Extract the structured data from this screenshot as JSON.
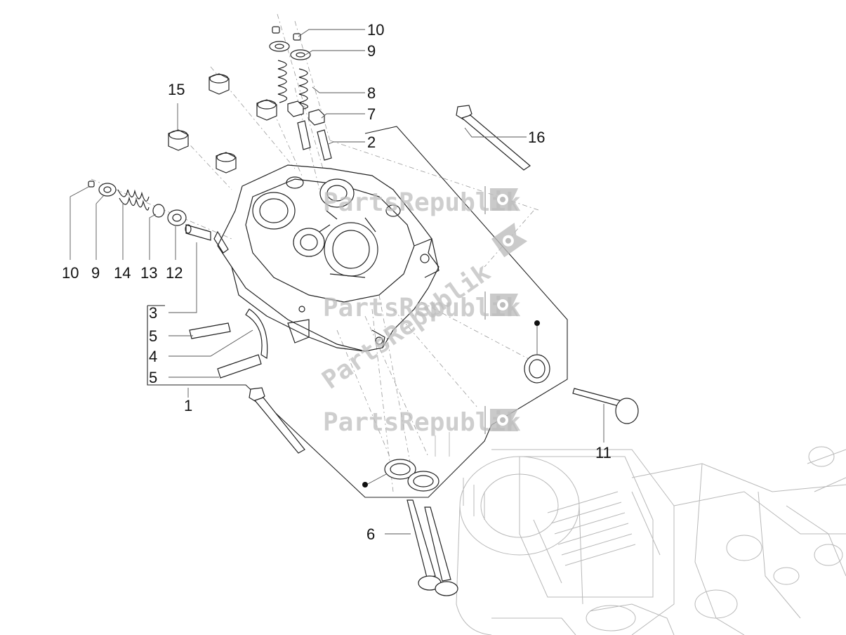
{
  "diagram": {
    "watermark": "PartsRepublik",
    "watermark_icon": "gear-flag-icon",
    "callouts": [
      {
        "id": "c10a",
        "label": "10"
      },
      {
        "id": "c9a",
        "label": "9"
      },
      {
        "id": "c8",
        "label": "8"
      },
      {
        "id": "c7",
        "label": "7"
      },
      {
        "id": "c2",
        "label": "2"
      },
      {
        "id": "c16",
        "label": "16"
      },
      {
        "id": "c15",
        "label": "15"
      },
      {
        "id": "c10b",
        "label": "10"
      },
      {
        "id": "c9b",
        "label": "9"
      },
      {
        "id": "c14",
        "label": "14"
      },
      {
        "id": "c13",
        "label": "13"
      },
      {
        "id": "c12",
        "label": "12"
      },
      {
        "id": "c3",
        "label": "3"
      },
      {
        "id": "c5a",
        "label": "5"
      },
      {
        "id": "c4",
        "label": "4"
      },
      {
        "id": "c5b",
        "label": "5"
      },
      {
        "id": "c1",
        "label": "1"
      },
      {
        "id": "c11",
        "label": "11"
      },
      {
        "id": "c6",
        "label": "6"
      }
    ]
  }
}
